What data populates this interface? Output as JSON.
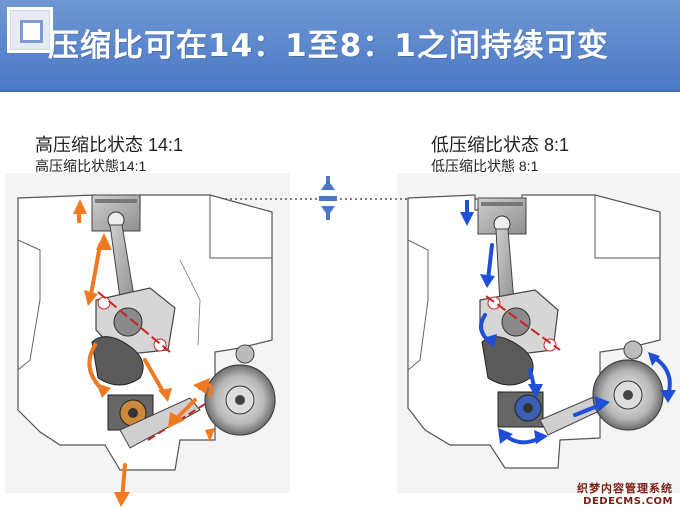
{
  "header": {
    "title": "压缩比可在14：1至8：1之间持续可变",
    "band_color": "#5a86cc"
  },
  "left_panel": {
    "title": "高压缩比状态 14:1",
    "subtitle": "高压缩比状態14:1",
    "arrow_color": "#f07a22"
  },
  "right_panel": {
    "title": "低压缩比状态 8:1",
    "subtitle": "低压缩比状態 8:1",
    "arrow_color": "#1f4fd6"
  },
  "watermark": {
    "line1": "织梦内容管理系统",
    "line2": "DEDECMS.COM"
  }
}
